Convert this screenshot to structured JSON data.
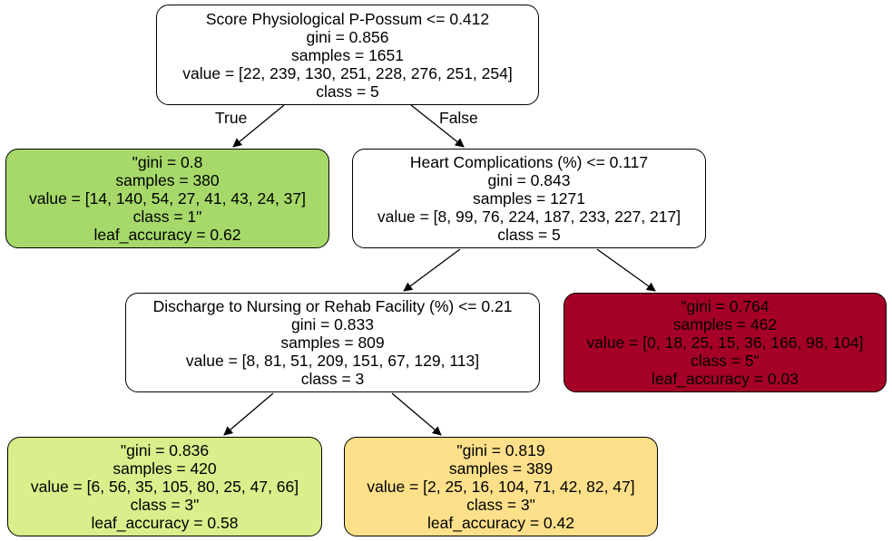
{
  "colors": {
    "internal": "#ffffff",
    "leaf_class_1": "#a6d96a",
    "leaf_class_5": "#a50026",
    "leaf_class_3_a": "#d9ef8b",
    "leaf_class_3_b": "#fee08b",
    "border": "#000000"
  },
  "nodes": {
    "root": {
      "lines": [
        "Score Physiological P-Possum <= 0.412",
        "gini = 0.856",
        "samples = 1651",
        "value = [22, 239, 130, 251, 228, 276, 251, 254]",
        "class = 5"
      ]
    },
    "leaf_left": {
      "lines": [
        "\"gini = 0.8",
        "samples = 380",
        "value = [14, 140, 54, 27, 41, 43, 24, 37]",
        "class = 1\"",
        "leaf_accuracy = 0.62"
      ]
    },
    "heart": {
      "lines": [
        "Heart Complications (%) <= 0.117",
        "gini = 0.843",
        "samples = 1271",
        "value = [8, 99, 76, 224, 187, 233, 227, 217]",
        "class = 5"
      ]
    },
    "discharge": {
      "lines": [
        "Discharge to Nursing or Rehab Facility (%) <= 0.21",
        "gini = 0.833",
        "samples = 809",
        "value = [8, 81, 51, 209, 151, 67, 129, 113]",
        "class = 3"
      ]
    },
    "leaf_red": {
      "lines": [
        "\"gini = 0.764",
        "samples = 462",
        "value = [0, 18, 25, 15, 36, 166, 98, 104]",
        "class = 5\"",
        "leaf_accuracy = 0.03"
      ]
    },
    "leaf_green2": {
      "lines": [
        "\"gini = 0.836",
        "samples = 420",
        "value = [6, 56, 35, 105, 80, 25, 47, 66]",
        "class = 3\"",
        "leaf_accuracy = 0.58"
      ]
    },
    "leaf_yellow": {
      "lines": [
        "\"gini = 0.819",
        "samples = 389",
        "value = [2, 25, 16, 104, 71, 42, 82, 47]",
        "class = 3\"",
        "leaf_accuracy = 0.42"
      ]
    }
  },
  "edge_labels": {
    "true_label": "True",
    "false_label": "False"
  }
}
